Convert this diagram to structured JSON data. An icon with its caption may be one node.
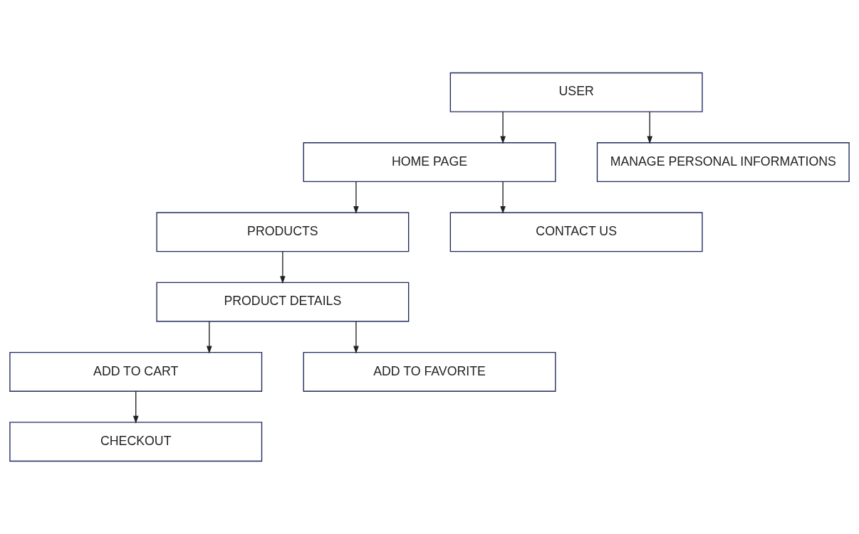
{
  "diagram": {
    "nodes": [
      {
        "text": [
          "USER"
        ]
      },
      {
        "text": [
          "HOME PAGE"
        ]
      },
      {
        "text": [
          "MANAGE PERSONAL INFORMATIONS"
        ]
      },
      {
        "text": [
          "PRODUCTS"
        ]
      },
      {
        "text": [
          "CONTACT US"
        ]
      },
      {
        "text": [
          "PRODUCT DETAILS"
        ]
      },
      {
        "text": [
          "ADD TO CART"
        ]
      },
      {
        "text": [
          "ADD TO FAVORITE"
        ]
      },
      {
        "text": [
          "CHECKOUT"
        ]
      }
    ],
    "edges": [
      {
        "from": 0,
        "to": 1,
        "arrow": "to"
      },
      {
        "from": 0,
        "to": 2,
        "arrow": "to"
      },
      {
        "from": 1,
        "to": 3,
        "arrow": "to"
      },
      {
        "from": 1,
        "to": 4,
        "arrow": "to"
      },
      {
        "from": 3,
        "to": 5,
        "arrow": "to"
      },
      {
        "from": 5,
        "to": 6,
        "arrow": "to"
      },
      {
        "from": 5,
        "to": 7,
        "arrow": "to"
      },
      {
        "from": 6,
        "to": 8,
        "arrow": "to"
      }
    ]
  }
}
